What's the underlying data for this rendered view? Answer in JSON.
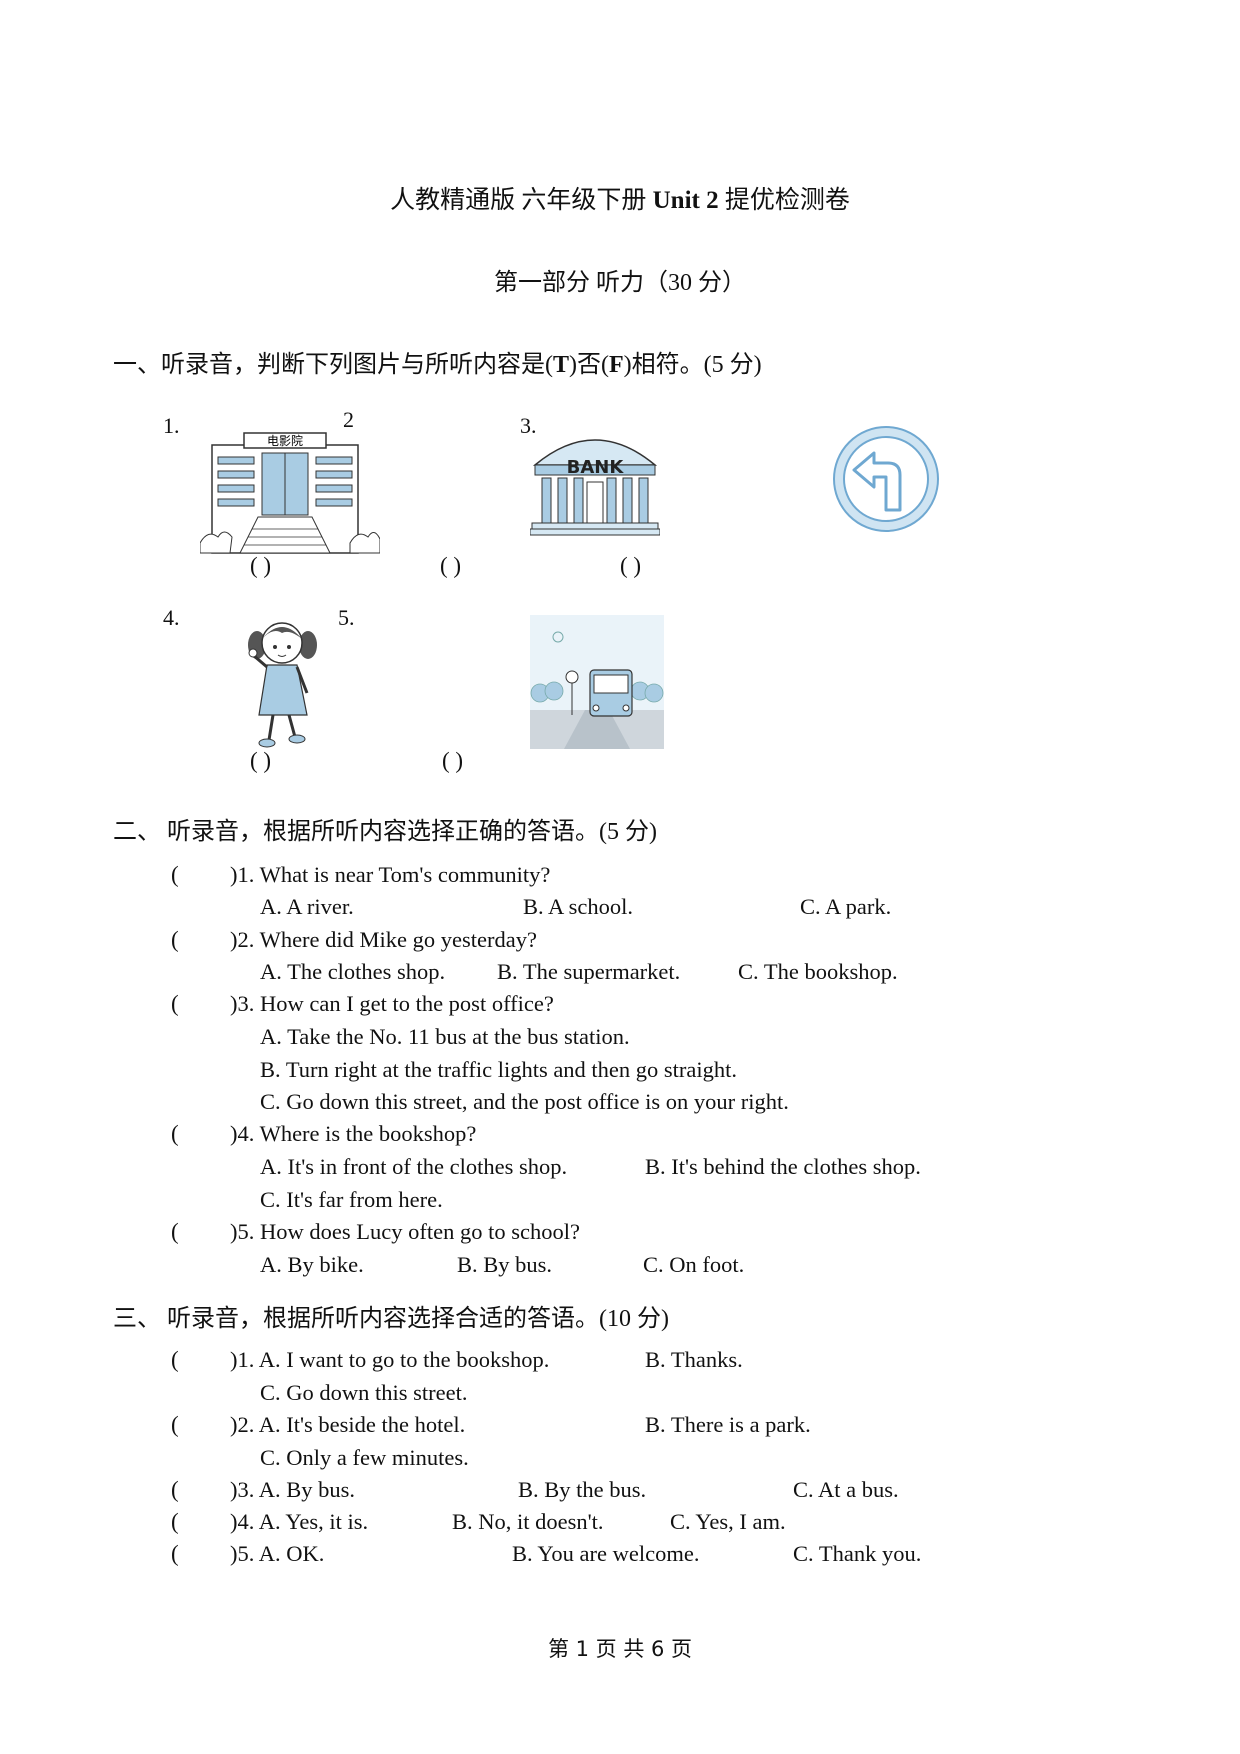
{
  "header": {
    "title_prefix": "人教精通版 六年级下册 ",
    "title_bold": "Unit 2",
    "title_suffix": " 提优检测卷",
    "part_heading": "第一部分  听力（30 分）"
  },
  "section1": {
    "heading_pre": "一、听录音，判断下列图片与所听内容是(",
    "heading_t": "T",
    "heading_mid": ")否(",
    "heading_f": "F",
    "heading_post": ")相符。(5 分)",
    "labels": [
      "1.",
      "2",
      "3.",
      "4.",
      "5."
    ],
    "cinema_sign": "电影院",
    "bank_sign": "BANK",
    "brackets": [
      "(        )",
      "(        )",
      "(        )",
      "(        )",
      "(        )"
    ],
    "images": [
      "cinema-building",
      "bank-building",
      "turn-left-sign",
      "girl-walking",
      "bus-on-street"
    ]
  },
  "section2": {
    "heading": "二、 听录音，根据所听内容选择正确的答语。(5 分)",
    "questions": [
      {
        "q": ")1. What is near Tom's community?",
        "opts": [
          "A. A river.",
          "B. A school.",
          "C. A park."
        ]
      },
      {
        "q": ")2. Where did Mike go yesterday?",
        "opts": [
          "A. The clothes shop.",
          "B. The supermarket.",
          "C. The bookshop."
        ]
      },
      {
        "q": ")3. How can I get to the post office?",
        "opts": [
          "A. Take the No. 11 bus at the bus station.",
          "B. Turn right at the traffic lights and then go straight.",
          "C. Go down this street, and the post office is on your right."
        ]
      },
      {
        "q": ")4. Where is the bookshop?",
        "opts": [
          "A. It's in front of the clothes shop.",
          "B. It's behind the clothes shop.",
          "C. It's far from here."
        ]
      },
      {
        "q": ")5. How does Lucy often go to school?",
        "opts": [
          "A. By bike.",
          "B. By bus.",
          "C. On foot."
        ]
      }
    ]
  },
  "section3": {
    "heading": "三、 听录音，根据所听内容选择合适的答语。(10 分)",
    "questions": [
      {
        "opts": [
          ")1. A. I want to go to the bookshop.",
          "B. Thanks.",
          "C. Go down this street."
        ]
      },
      {
        "opts": [
          ")2. A. It's beside the hotel.",
          "B. There is a park.",
          "C. Only a few minutes."
        ]
      },
      {
        "opts": [
          ")3. A. By bus.",
          "B. By the bus.",
          "C. At a bus."
        ]
      },
      {
        "opts": [
          ")4. A. Yes, it is.",
          "B. No, it doesn't.",
          "C. Yes, I am."
        ]
      },
      {
        "opts": [
          ")5. A. OK.",
          "B. You are welcome.",
          "C. Thank you."
        ]
      }
    ]
  },
  "answer_paren": "(",
  "footer": "第 1 页 共 6 页",
  "colors": {
    "sign_blue": "#a9cce3",
    "sign_border": "#6fa8d1",
    "text": "#111111"
  }
}
